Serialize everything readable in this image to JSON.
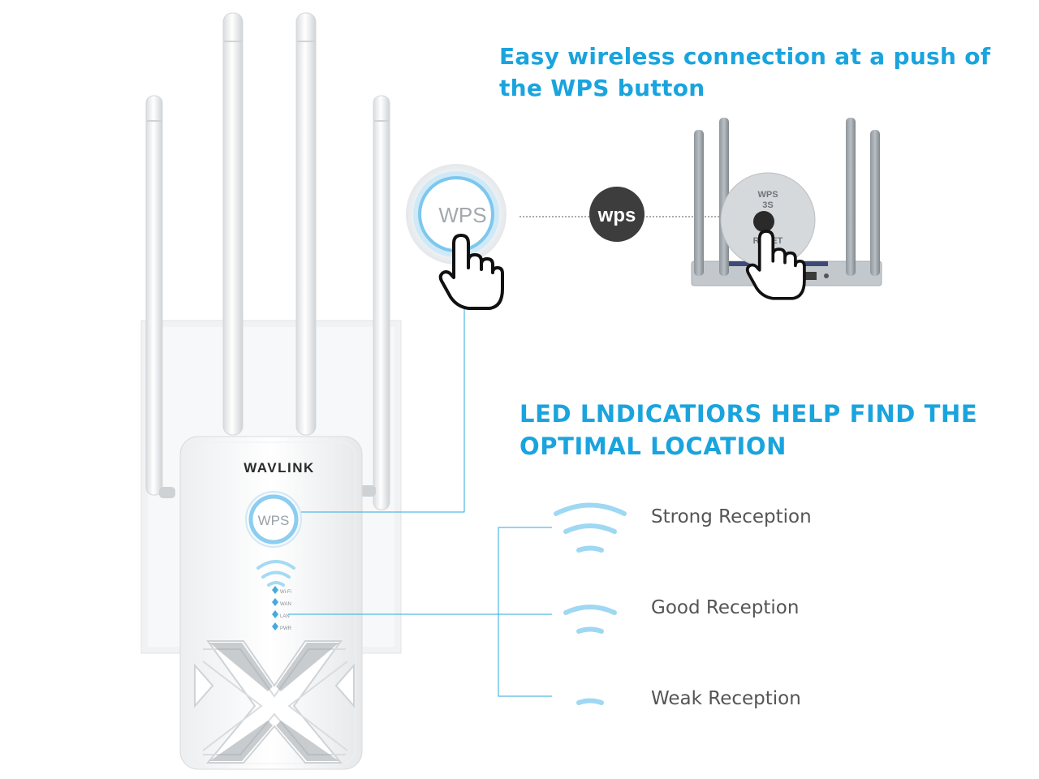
{
  "headline_wps": "Easy wireless connection at a push of the WPS button",
  "headline_led": "LED LNDICATIORS HELP FIND THE OPTIMAL LOCATION",
  "brand": "WAVLINK",
  "wps_button_label": "WPS",
  "wps_badge_label": "wps",
  "router_button_label_top": "WPS",
  "router_button_label_mid": "3S",
  "router_button_label_bottom": "RESET",
  "led_labels": [
    "Wi-Fi",
    "WAN",
    "LAN",
    "PWR"
  ],
  "reception_levels": [
    {
      "label": "Strong Reception",
      "bars": 3
    },
    {
      "label": "Good Reception",
      "bars": 2
    },
    {
      "label": "Weak Reception",
      "bars": 1
    }
  ],
  "colors": {
    "accent": "#1aa4de",
    "signal": "#9fd8f3",
    "badge": "#3d3d3d"
  }
}
